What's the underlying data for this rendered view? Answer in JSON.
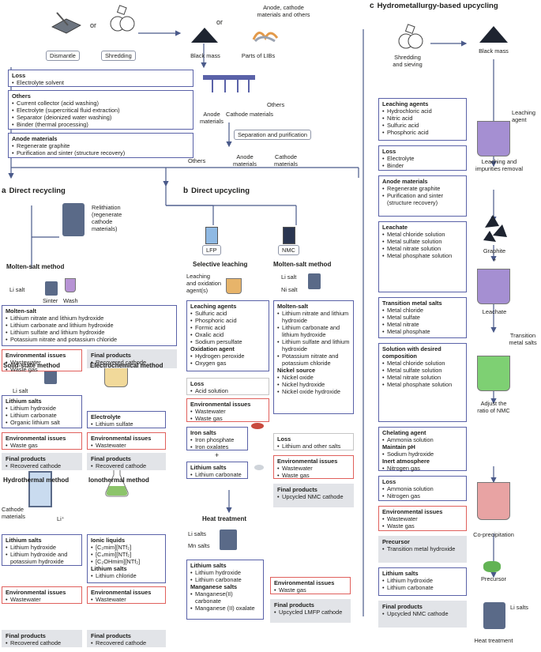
{
  "top": {
    "dismantle": "Dismantle",
    "shredding": "Shredding",
    "or1": "or",
    "or2": "or",
    "black_mass": "Black mass",
    "parts": "Parts of LIBs",
    "anode_cathode_others": "Anode, cathode\nmaterials and others",
    "loss": {
      "title": "Loss",
      "items": [
        "Electrolyte solvent"
      ]
    },
    "others": {
      "title": "Others",
      "items": [
        "Current collector (acid washing)",
        "Electrolyte (supercritical fluid extraction)",
        "Separator (deionized water washing)",
        "Binder (thermal processing)"
      ]
    },
    "anode_materials_box": {
      "title": "Anode materials",
      "items": [
        "Regenerate graphite",
        "Purification and sinter (structure recovery)"
      ]
    },
    "split_anode": "Anode\nmaterials",
    "split_cathode": "Cathode materials",
    "split_others": "Others",
    "separation": "Separation and purification",
    "out_others": "Others",
    "out_anode": "Anode\nmaterials",
    "out_cathode": "Cathode\nmaterials"
  },
  "a": {
    "letter": "a",
    "title": "Direct recycling",
    "relithiation": "Relithiation\n(regenerate\ncathode\nmaterials)",
    "molten_method": "Molten-salt method",
    "li_salt": "Li salt",
    "sinter": "Sinter",
    "wash": "Wash",
    "molten_box": {
      "title": "Molten-salt",
      "items": [
        "Lithium nitrate and lithium hydroxide",
        "Lithium carbonate and lithium hydroxide",
        "Lithium sulfate and lithium hydroxide",
        "Potassium nitrate  and potassium chloride"
      ]
    },
    "env1": {
      "title": "Environmental issues",
      "items": [
        "Wastewater",
        "Waste gas"
      ]
    },
    "final1": {
      "title": "Final products",
      "items": [
        "Recovered cathode"
      ]
    },
    "solid_method": "Solid-state method",
    "solid_li_salt": "Li salt",
    "electro_method": "Electrochemical method",
    "solid_box": {
      "title": "Lithium salts",
      "items": [
        "Lithium hydroxide",
        "Lithium carbonate",
        "Organic lithium salt"
      ]
    },
    "electro_box": {
      "title": "Electrolyte",
      "items": [
        "Lithium sulfate"
      ]
    },
    "env2": {
      "title": "Environmental issues",
      "items": [
        "Waste gas"
      ]
    },
    "env3": {
      "title": "Environmental issues",
      "items": [
        "Wastewater"
      ]
    },
    "final2": {
      "title": "Final products",
      "items": [
        "Recovered cathode"
      ]
    },
    "final3": {
      "title": "Final products",
      "items": [
        "Recovered cathode"
      ]
    },
    "hydro_method": "Hydrothermal method",
    "iono_method": "Ionothermal method",
    "cathode_materials": "Cathode\nmaterials",
    "li_plus": "Li⁺",
    "hydro_box": {
      "title": "Lithium salts",
      "items": [
        "Lithium hydroxide",
        "Lithium hydroxide and potassium hydroxide"
      ]
    },
    "iono_box": {
      "title": "Ionic liquids",
      "items": [
        "[C₂mim][NTf₂]",
        "[C₄mim][NTf₂]",
        "[C₂OHmim][NTf₂]"
      ],
      "title2": "Lithium salts",
      "items2": [
        "Lithium chloride"
      ]
    },
    "env4": {
      "title": "Environmental issues",
      "items": [
        "Wastewater"
      ]
    },
    "env5": {
      "title": "Environmental issues",
      "items": [
        "Wastewater"
      ]
    },
    "final4": {
      "title": "Final products",
      "items": [
        "Recovered cathode"
      ]
    },
    "final5": {
      "title": "Final products",
      "items": [
        "Recovered cathode"
      ]
    }
  },
  "b": {
    "letter": "b",
    "title": "Direct upcycling",
    "lfp": "LFP",
    "nmc": "NMC",
    "sel_method": "Selective leaching",
    "sel_desc": "Leaching\nand oxidation\nagent(s)",
    "sel_box": {
      "title": "Leaching agents",
      "items": [
        "Sulfuric acid",
        "Phosphoric acid",
        "Formic acid",
        "Oxalic acid",
        "Sodium persulfate"
      ],
      "title2": "Oxidation agent",
      "items2": [
        "Hydrogen peroxide",
        "Oxygen gas"
      ]
    },
    "loss1": {
      "title": "Loss",
      "items": [
        "Acid solution"
      ]
    },
    "env1": {
      "title": "Environmental issues",
      "items": [
        "Wastewater",
        "Waste gas"
      ]
    },
    "iron_box": {
      "title": "Iron salts",
      "items": [
        "Iron phosphate",
        "Iron oxalates"
      ]
    },
    "plus": "+",
    "lith_box": {
      "title": "Lithium salts",
      "items": [
        "Lithium carbonate"
      ]
    },
    "heat": "Heat treatment",
    "li_salts": "Li salts",
    "mn_salts": "Mn salts",
    "heat_box": {
      "title": "Lithium salts",
      "items": [
        "Lithium hydroxide",
        "Lithium carbonate"
      ],
      "title2": "Manganese salts",
      "items2": [
        "Manganese(II) carbonate",
        "Manganese (II) oxalate"
      ]
    },
    "env2": {
      "title": "Environmental issues",
      "items": [
        "Waste gas"
      ]
    },
    "final1": {
      "title": "Final products",
      "items": [
        "Upcycled LMFP cathode"
      ]
    },
    "molten_method": "Molten-salt method",
    "li_salt": "Li salt",
    "ni_salt": "Ni salt",
    "molten_box": {
      "title": "Molten-salt",
      "items": [
        "Lithium nitrate and lithium hydroxide",
        "Lithium carbonate and lithium hydroxide",
        "Lithium sulfate and lithium hydroxide",
        "Potassium nitrate and potassium chloride"
      ],
      "title2": "Nickel source",
      "items2": [
        "Nickel oxide",
        "Nickel hydroxide",
        "Nickel oxide hydroxide"
      ]
    },
    "loss2": {
      "title": "Loss",
      "items": [
        "Lithium and other salts"
      ]
    },
    "env3": {
      "title": "Environmental issues",
      "items": [
        "Wastewater",
        "Waste gas"
      ]
    },
    "final2": {
      "title": "Final products",
      "items": [
        "Upcycled NMC cathode"
      ]
    }
  },
  "c": {
    "letter": "c",
    "title": "Hydrometallurgy-based upcycling",
    "shred": "Shredding\nand sieving",
    "black_mass": "Black mass",
    "leach_box": {
      "title": "Leaching agents",
      "items": [
        "Hydrochloric acid",
        "Nitric acid",
        "Sulfuric acid",
        "Phosphoric acid"
      ]
    },
    "leach_agent": "Leaching\nagent",
    "leach_step": "Leaching and\nimpurities removal",
    "loss1": {
      "title": "Loss",
      "items": [
        "Electrolyte",
        "Binder"
      ]
    },
    "anode_box": {
      "title": "Anode materials",
      "items": [
        "Regenerate graphite",
        "Purification and sinter (structure recovery)"
      ]
    },
    "graphite": "Graphite",
    "plus": "+",
    "leachate_box": {
      "title": "Leachate",
      "items": [
        "Metal chloride solution",
        "Metal sulfate solution",
        "Metal nitrate solution",
        "Metal phosphate solution"
      ]
    },
    "leachate": "Leachate",
    "tm_box": {
      "title": "Transition metal salts",
      "items": [
        "Metal chloride",
        "Metal sulfate",
        "Metal nitrate",
        "Metal phosphate"
      ]
    },
    "tm_salts": "Transition\nmetal salts",
    "sol_box": {
      "title": "Solution with desired composition",
      "items": [
        "Metal chloride solution",
        "Metal sulfate solution",
        "Metal nitrate solution",
        "Metal phosphate solution"
      ]
    },
    "adjust": "Adjust the\nratio of NMC",
    "chel_box": {
      "title": "Chelating agent",
      "items": [
        "Ammonia solution"
      ],
      "title2": "Maintain pH",
      "items2": [
        "Sodium hydroxide"
      ],
      "title3": "Inert atmosphere",
      "items3": [
        "Nitrogen gas"
      ]
    },
    "loss2": {
      "title": "Loss",
      "items": [
        "Ammonia solution",
        "Nitrogen gas"
      ]
    },
    "coprec": "Co-precipitation",
    "env": {
      "title": "Environmental issues",
      "items": [
        "Wastewater",
        "Waste gas"
      ]
    },
    "prec_box": {
      "title": "Precursor",
      "items": [
        "Transition metal hydroxide"
      ]
    },
    "precursor": "Precursor",
    "li2_box": {
      "title": "Lithium salts",
      "items": [
        "Lithium hydroxide",
        "Lithium carbonate"
      ]
    },
    "li_salts": "Li salts",
    "final": {
      "title": "Final products",
      "items": [
        "Upcycled NMC cathode"
      ]
    },
    "heat": "Heat treatment"
  },
  "colors": {
    "blue_border": "#5a62a8",
    "red_border": "#e0605c",
    "grey_fill": "#e2e4e8",
    "arrow": "#4a5a8a"
  }
}
